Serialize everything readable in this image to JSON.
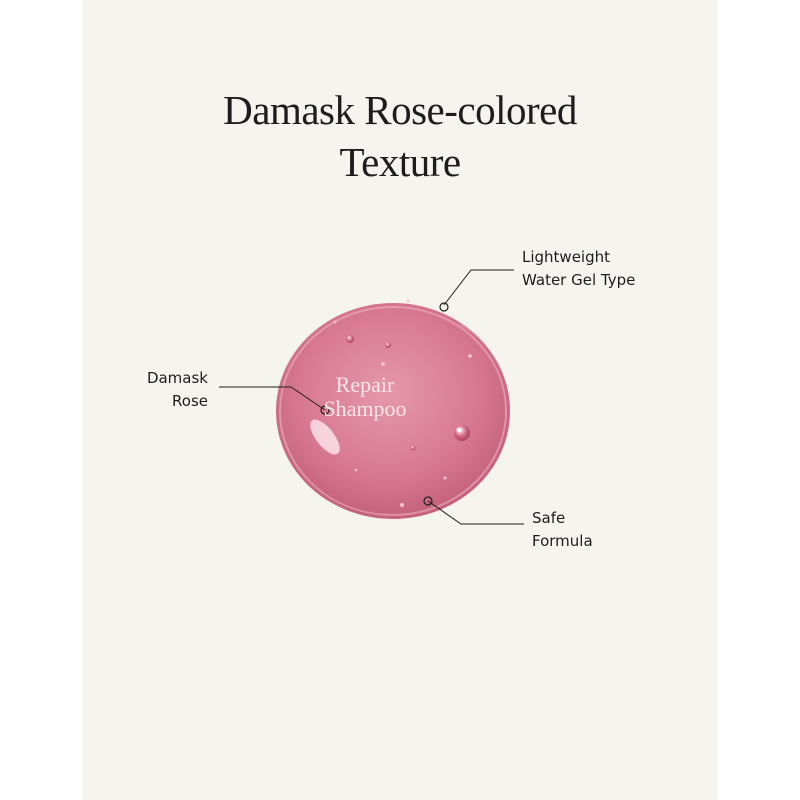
{
  "title": {
    "line1": "Damask Rose-colored",
    "line2": "Texture"
  },
  "drop": {
    "label_line1": "Repair",
    "label_line2": "Shampoo"
  },
  "callouts": {
    "lightweight": {
      "line1": "Lightweight",
      "line2": "Water Gel Type"
    },
    "damask": {
      "line1": "Damask",
      "line2": "Rose"
    },
    "safe": {
      "line1": "Safe",
      "line2": "Formula"
    }
  },
  "colors": {
    "background": "#f5f4ef",
    "drop": "#db7a93",
    "text": "#1d1d1d"
  }
}
